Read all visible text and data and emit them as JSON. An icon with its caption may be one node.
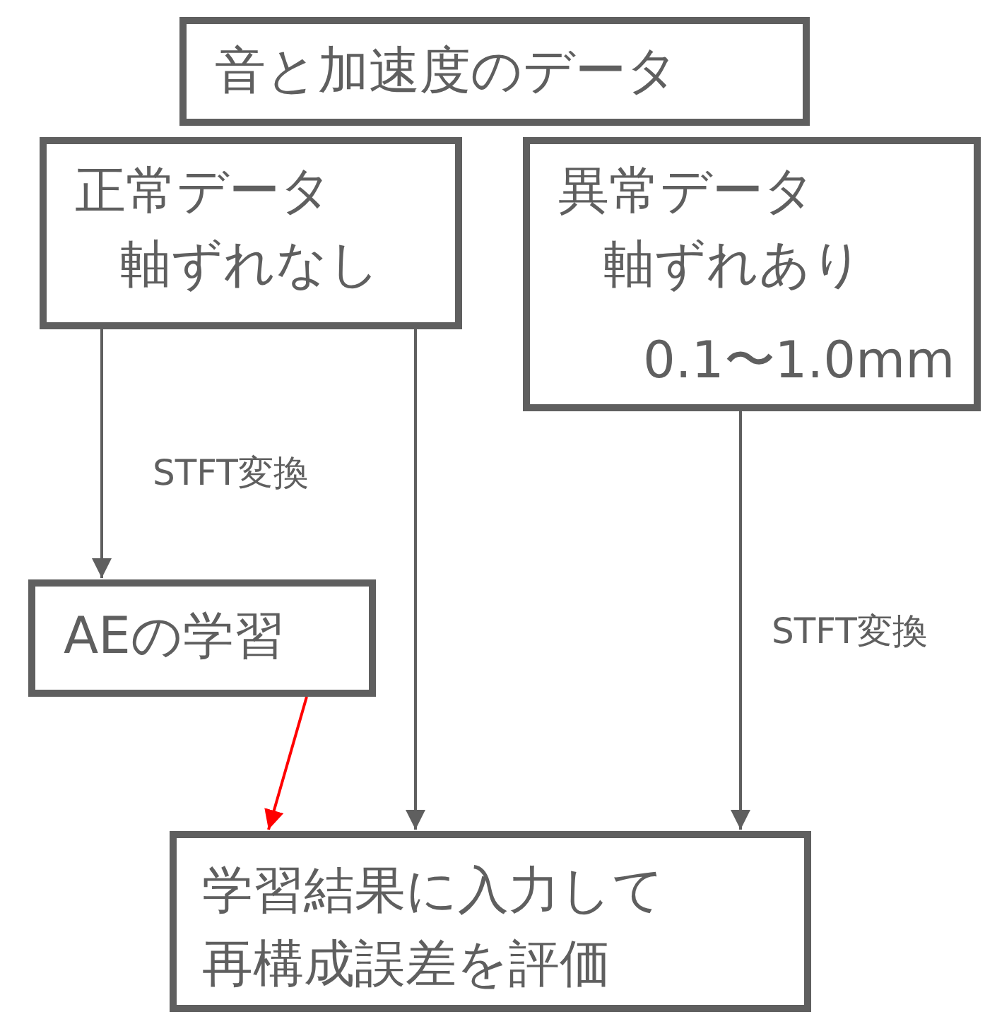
{
  "diagram": {
    "nodes": [
      {
        "text": [
          "音と加速度のデータ"
        ]
      },
      {
        "text": [
          "正常データ",
          "軸ずれなし"
        ]
      },
      {
        "text": [
          "異常データ",
          "軸ずれあり",
          "0.1〜1.0mm"
        ]
      },
      {
        "text": [
          "AEの学習"
        ]
      },
      {
        "text": [
          "学習結果に入力して再構成誤差を評価"
        ]
      }
    ],
    "edges": [
      {
        "from": 1,
        "to": 3,
        "arrow": "to",
        "label": "STFT変換"
      },
      {
        "from": 1,
        "to": 4,
        "arrow": "to"
      },
      {
        "from": 2,
        "to": 4,
        "arrow": "to",
        "label": "STFT変換"
      },
      {
        "from": 3,
        "to": 4,
        "arrow": "to",
        "color": "#ff0000"
      }
    ]
  }
}
